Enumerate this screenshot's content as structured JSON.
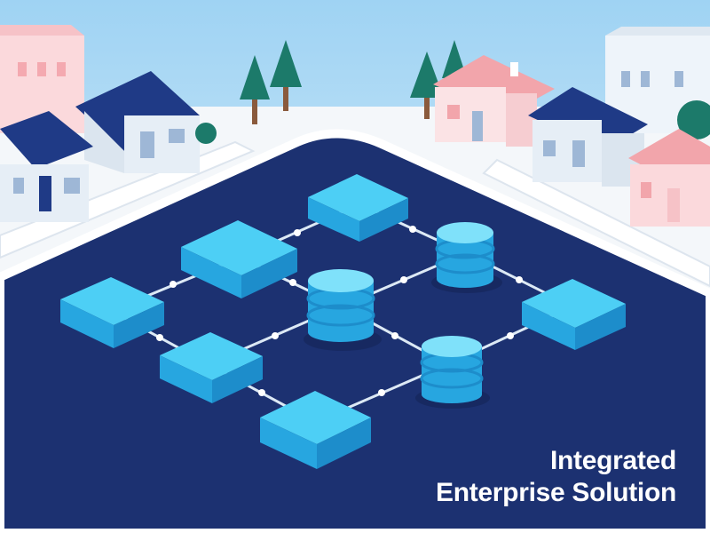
{
  "headline": {
    "line1": "Integrated",
    "line2": "Enterprise Solution"
  },
  "palette": {
    "sky_top": "#9fd3f3",
    "sky_bottom": "#e9f5fc",
    "ground": "#f3f6f9",
    "plaza": "#1c3171",
    "plaza_edge": "#ffffff",
    "block_top": "#4dcff5",
    "block_side_left": "#27a6e0",
    "block_side_right": "#1d8dcb",
    "connector": "#dce9f5",
    "roof_navy": "#1f3a86",
    "roof_pink": "#f2a5ab",
    "wall_light": "#e6eef6",
    "wall_pink": "#fbd9dc",
    "tree": "#1c7a6a",
    "trunk": "#8a5a3c",
    "text": "#ffffff"
  },
  "elements": {
    "modules": [
      "module",
      "module",
      "module",
      "module",
      "module",
      "module"
    ],
    "databases": [
      "database",
      "database",
      "database"
    ],
    "houses": [
      "house",
      "house",
      "house",
      "house",
      "house",
      "house"
    ],
    "trees": [
      "pine-tree",
      "pine-tree",
      "pine-tree",
      "pine-tree"
    ]
  }
}
